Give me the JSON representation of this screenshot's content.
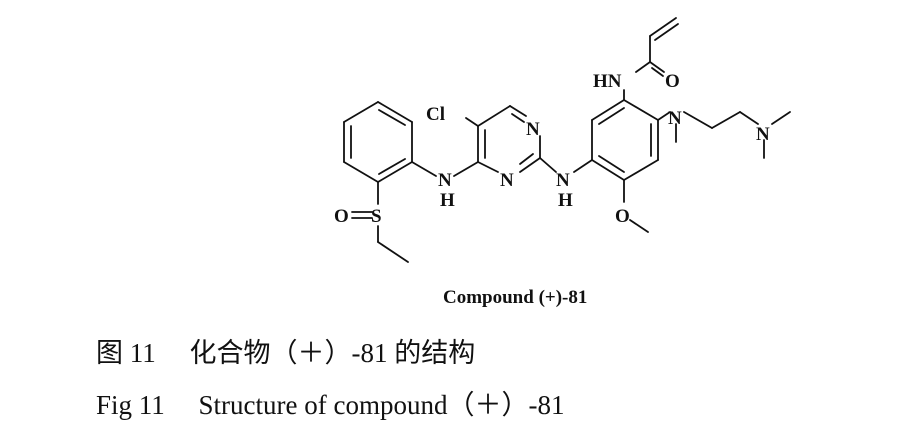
{
  "figure": {
    "compound_label": "Compound (+)-81",
    "caption_cn": "图 11　 化合物（＋）-81 的结构",
    "caption_en": "Fig 11  Structure of compound（＋）-81"
  },
  "structure": {
    "atoms": {
      "cl": "Cl",
      "n_pyr_top": "N",
      "n_pyr_bottom": "N",
      "n_left": "N",
      "h_left": "H",
      "n_mid": "N",
      "h_mid": "H",
      "hn_amide": "HN",
      "o_amide": "O",
      "n_dimethylamino_chain": "N",
      "n_terminal": "N",
      "o_methoxy": "O",
      "o_sulfoxide": "O",
      "s_sulfoxide": "S"
    }
  }
}
